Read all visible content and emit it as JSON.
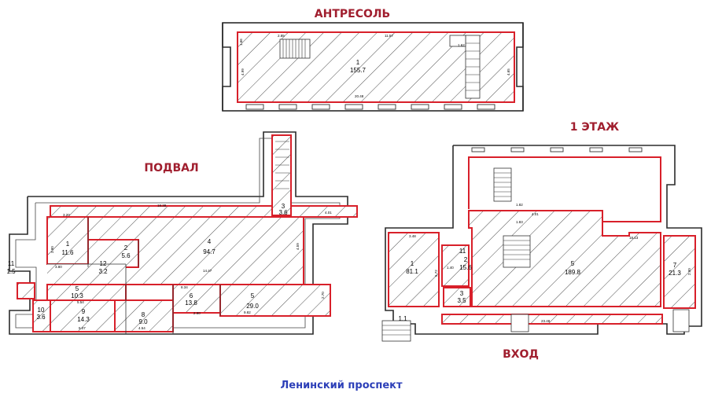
{
  "labels": {
    "mezzanine": "АНТРЕСОЛЬ",
    "basement": "ПОДВАЛ",
    "first_floor": "1 ЭТАЖ",
    "entrance": "ВХОД",
    "street": "Ленинский проспект"
  },
  "mezzanine": {
    "room_num": "1",
    "room_area": "155.7",
    "dims": [
      "2.85",
      "11.57",
      "1.66",
      "4.99",
      "20.48",
      "4.65",
      "1.62"
    ]
  },
  "basement": {
    "rooms": [
      {
        "num": "1",
        "area": "11.6"
      },
      {
        "num": "2",
        "area": "5.6"
      },
      {
        "num": "12",
        "area": "3.2"
      },
      {
        "num": "4",
        "area": "94.7"
      },
      {
        "num": "3",
        "area": "3.6"
      },
      {
        "num": "5",
        "area": "10.3"
      },
      {
        "num": "6",
        "area": "13.8"
      },
      {
        "num": "5",
        "area": "29.0"
      },
      {
        "num": "10",
        "area": "3.6"
      },
      {
        "num": "9",
        "area": "14.3"
      },
      {
        "num": "8",
        "area": "9.0"
      },
      {
        "num": "11",
        "area": "1.5"
      }
    ],
    "dims": [
      "18.38",
      "3.20",
      "4.01",
      "3.90",
      "14.47",
      "4.59",
      "3.80",
      "8.34",
      "5.54",
      "9.82",
      "2.70",
      "2.90",
      "5.07",
      "4.54"
    ]
  },
  "first_floor": {
    "rooms": [
      {
        "num": "1",
        "area": "81.1"
      },
      {
        "num": "2",
        "area": "15.6"
      },
      {
        "num": "11",
        "area": ""
      },
      {
        "num": "3",
        "area": "3.5"
      },
      {
        "num": "5",
        "area": "189.8"
      },
      {
        "num": "7",
        "area": "21.3"
      },
      {
        "num": "",
        "area": "1.1"
      }
    ],
    "dims": [
      "3.48",
      "1.82",
      "1.83",
      "5.72",
      "4.01",
      "1.40",
      "18.13",
      "2.90",
      "23.48"
    ]
  }
}
